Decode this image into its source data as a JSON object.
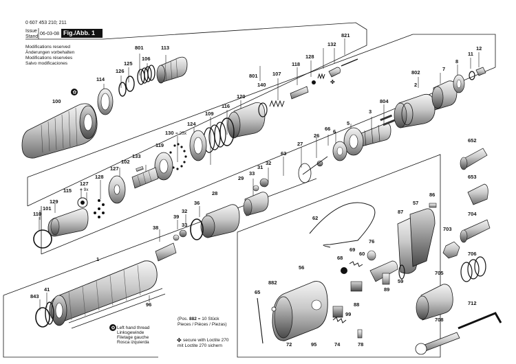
{
  "header": {
    "part_number": "0 607 453 210; 211",
    "issue_label": "Issue",
    "stand_label": "Stand",
    "issue_date": "06-03-08",
    "figure_label": "Fig./Abb. 1"
  },
  "modifications": [
    "Modifications reserved",
    "Änderungen vorbehalten",
    "Modifications réservées",
    "Salvo modificaciones"
  ],
  "legend": {
    "left_hand_thread": [
      "Left hand thread",
      "Linksgewinde",
      "Filetage gauche",
      "Rosca izquierda"
    ],
    "pieces_note_prefix": "(Pos.",
    "pieces_note_part": "882",
    "pieces_note_suffix": "= 10 Stück",
    "pieces_note_line2": "Pieces / Pièces / Piezas)",
    "loctite": [
      "secure with Loctite 270",
      "mit Loctite 270 sichern"
    ]
  },
  "callouts": {
    "p100": "100",
    "p114": "114",
    "p126": "126",
    "p125": "125",
    "p801a": "801",
    "p106": "106",
    "p113": "113",
    "p801b": "801",
    "p107": "107",
    "p118": "118",
    "p128a": "128",
    "p132": "132",
    "p821": "821",
    "p140": "140",
    "p120": "120",
    "p116": "116",
    "p109": "109",
    "p124": "124",
    "p130": "130",
    "p130q": "= 25x",
    "p119": "119",
    "p133": "133",
    "p102": "102",
    "p127a": "127",
    "p128b": "128",
    "p127b": "127",
    "p127bq": "= 9x",
    "p115": "115",
    "p129": "129",
    "p101": "101",
    "p110": "110",
    "p802": "802",
    "p2": "2",
    "p7": "7",
    "p8": "8",
    "p11": "11",
    "p12": "12",
    "p3": "3",
    "p804": "804",
    "p5": "5",
    "p6": "6",
    "p66": "66",
    "p26": "26",
    "p27": "27",
    "p63": "63",
    "p33a": "33",
    "p31": "31",
    "p32a": "32",
    "p29": "29",
    "p28": "28",
    "p36": "36",
    "p32b": "32",
    "p39": "39",
    "p33b": "33",
    "p38": "38",
    "p1": "1",
    "p41": "41",
    "p843": "843",
    "p96": "96",
    "p652": "652",
    "p653": "653",
    "p62": "62",
    "p87": "87",
    "p57": "57",
    "p86": "86",
    "p703": "703",
    "p704": "704",
    "p706": "706",
    "p69": "69",
    "p76": "76",
    "p68": "68",
    "p60": "60",
    "p56": "56",
    "p882": "882",
    "p65": "65",
    "p88": "88",
    "p59": "59",
    "p89": "89",
    "p705": "705",
    "p712": "712",
    "p99": "99",
    "p72": "72",
    "p95": "95",
    "p74": "74",
    "p78": "78",
    "p708": "708"
  }
}
